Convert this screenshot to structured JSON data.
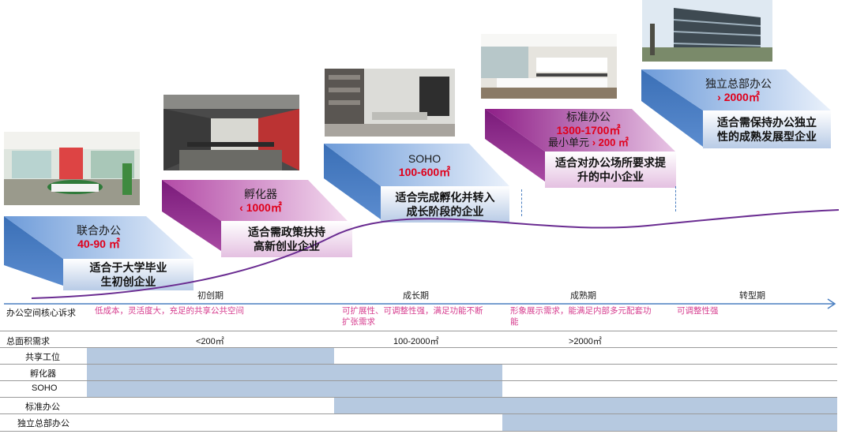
{
  "tiers": [
    {
      "name": "联合办公",
      "size": "40-90 ㎡",
      "desc_lines": [
        "适合于大学毕业",
        "生初创企业"
      ]
    },
    {
      "name": "孵化器",
      "size": "‹ 1000㎡",
      "desc_lines": [
        "适合需政策扶持",
        "高新创业企业"
      ]
    },
    {
      "name": "SOHO",
      "size": "100-600㎡",
      "desc_lines": [
        "适合完成孵化并转入",
        "成长阶段的企业"
      ]
    },
    {
      "name": "标准办公",
      "size": "1300-1700㎡",
      "min_label": "最小单元",
      "min_value": "› 200 ㎡",
      "desc_lines": [
        "适合对办公场所要求提",
        "升的中小企业"
      ]
    },
    {
      "name": "独立总部办公",
      "size": "› 2000㎡",
      "desc_lines": [
        "适合需保持办公独立",
        "性的成熟发展型企业"
      ]
    }
  ],
  "phases": [
    "初创期",
    "成长期",
    "成熟期",
    "转型期"
  ],
  "rows": {
    "core_demand_label": "办公空间核心诉求",
    "core_demands": [
      [
        "低成本，灵活度大，充足的共享公共空间"
      ],
      [
        "可扩展性、可调整性强，满足功能不断",
        "扩张需求"
      ],
      [
        "形象展示需求，能满足内部多元配套功",
        "能"
      ],
      [
        "可调整性强"
      ]
    ],
    "area_label": "总面积需求",
    "areas": [
      "<200㎡",
      "100-2000㎡",
      ">2000㎡"
    ],
    "types": [
      "共享工位",
      "孵化器",
      "SOHO",
      "标准办公",
      "独立总部办公"
    ]
  },
  "colors": {
    "bar": "#b6c9e0",
    "curve": "#6a2c91",
    "arrow": "#4a7fc1",
    "pink": "#d63c8e",
    "red": "#e0001b"
  },
  "icons": [
    "office-photo",
    "timeline-arrow"
  ]
}
